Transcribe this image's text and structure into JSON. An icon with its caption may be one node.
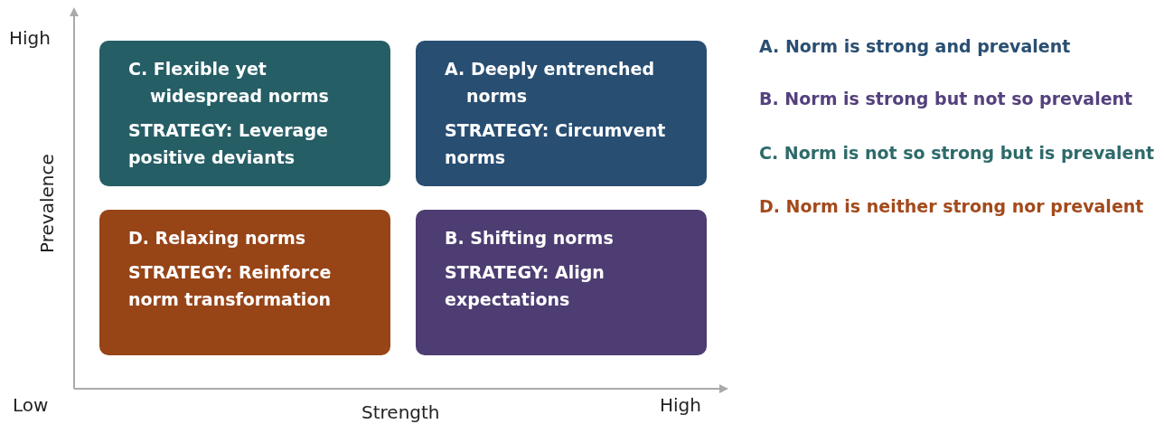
{
  "diagram": {
    "nodes": [
      {
        "text": [
          "C. Flexible yet widespread norms",
          "STRATEGY: Leverage positive deviants"
        ]
      },
      {
        "text": [
          "A. Deeply entrenched norms",
          "STRATEGY: Circumvent norms"
        ]
      },
      {
        "text": [
          "D. Relaxing norms",
          "STRATEGY: Reinforce norm transformation"
        ]
      },
      {
        "text": [
          "B. Shifting norms",
          "STRATEGY: Align expectations"
        ]
      }
    ],
    "edges": [],
    "labels": [
      "High",
      "Prevalence",
      "Low",
      "Strength",
      "High"
    ],
    "legend": [
      {
        "text": "A. Norm is strong and prevalent",
        "color": "#2a4f72"
      },
      {
        "text": "B. Norm is strong but not so prevalent",
        "color": "#55417d"
      },
      {
        "text": "C. Norm is not so strong but is prevalent",
        "color": "#2e6a6a"
      },
      {
        "text": "D. Norm is neither strong nor prevalent",
        "color": "#a34a1c"
      }
    ]
  }
}
